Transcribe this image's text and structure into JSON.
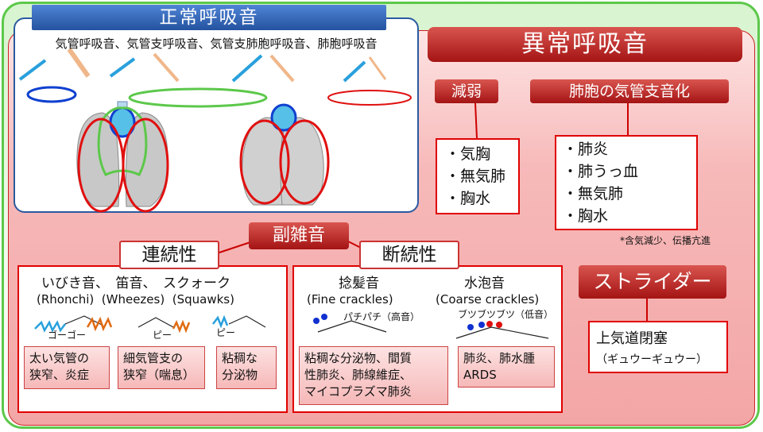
{
  "normal": {
    "title": "正常呼吸音",
    "subtitle": "気管呼吸音、気管支呼吸音、気管支肺胞呼吸音、肺胞呼吸音"
  },
  "abnormal": {
    "title": "異常呼吸音",
    "weak": {
      "label": "減弱",
      "items": [
        "・気胸",
        "・無気肺",
        "・胸水"
      ]
    },
    "bronchial": {
      "label": "肺胞の気管支音化",
      "items": [
        "・肺炎",
        "・肺うっ血",
        "・無気肺",
        "・胸水"
      ],
      "note": "*含気減少、伝播亢進"
    }
  },
  "adventitious": {
    "title": "副雑音",
    "continuous": {
      "label": "連続性",
      "names_jp": "いびき音、　笛音、　スクォーク",
      "names_en": "(Rhonchi)  (Wheezes)  (Squawks)",
      "sound1": "ゴーゴー",
      "sound2": "ピー",
      "sound3": "ピー",
      "cause1": [
        "太い気管の",
        "狭窄、炎症"
      ],
      "cause2": [
        "細気管支の",
        "狭窄（喘息）"
      ],
      "cause3": [
        "粘稠な",
        "分泌物"
      ]
    },
    "discontinuous": {
      "label": "断続性",
      "fine_jp": "捻髪音",
      "fine_en": "(Fine crackles)",
      "fine_sound": "パチパチ（高音）",
      "coarse_jp": "水泡音",
      "coarse_en": "(Coarse crackles)",
      "coarse_sound": "ブツブツブツ（低音）",
      "fine_cause": [
        "粘稠な分泌物、間質",
        "性肺炎、肺線維症、",
        "マイコプラズマ肺炎"
      ],
      "coarse_cause": [
        "肺炎、肺水腫",
        "ARDS"
      ]
    }
  },
  "stridor": {
    "label": "ストライダー",
    "line1": "上気道閉塞",
    "line2": "（ギュウーギュウー）"
  },
  "colors": {
    "green_border": "#5cc84a",
    "red_title": "#a41414",
    "blue_title": "#24539f"
  }
}
